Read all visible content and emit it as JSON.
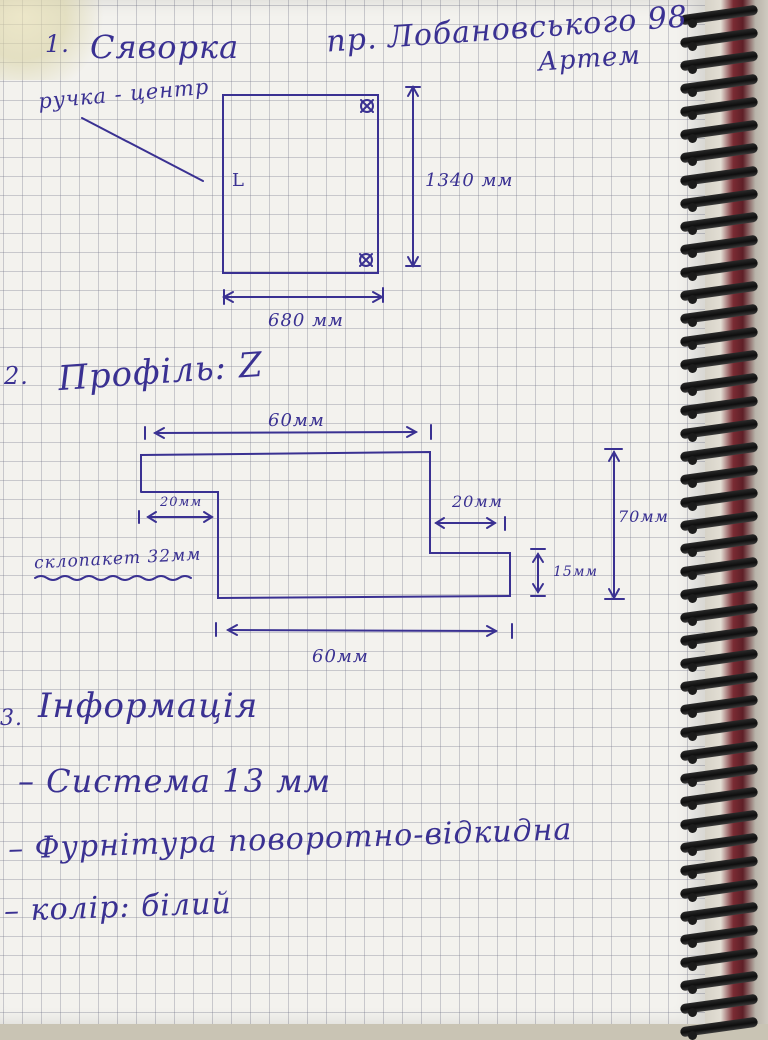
{
  "header": {
    "address": "пр. Лобановського 98",
    "name": "Артем"
  },
  "section1": {
    "number": "1.",
    "title": "Сяворка",
    "handle_label": "ручка - центр",
    "handle_side": "L",
    "height": "1340 мм",
    "width": "680 мм"
  },
  "section2": {
    "number": "2.",
    "title": "Профіль: Z",
    "top_width": "60мм",
    "left_flange": "20мм",
    "right_flange": "20мм",
    "total_height": "70мм",
    "flange_height": "15мм",
    "bottom_width": "60мм",
    "glass_label": "склопакет 32мм"
  },
  "section3": {
    "number": "3.",
    "title": "Інформація",
    "items": [
      "– Система 13 мм",
      "– Фурнітура поворотно-відкидна",
      "– колір: білий"
    ]
  },
  "colors": {
    "ink": "#3a3192",
    "grid": "#8a8aa0",
    "paper": "#f3f2ee",
    "coil": "#151515"
  }
}
